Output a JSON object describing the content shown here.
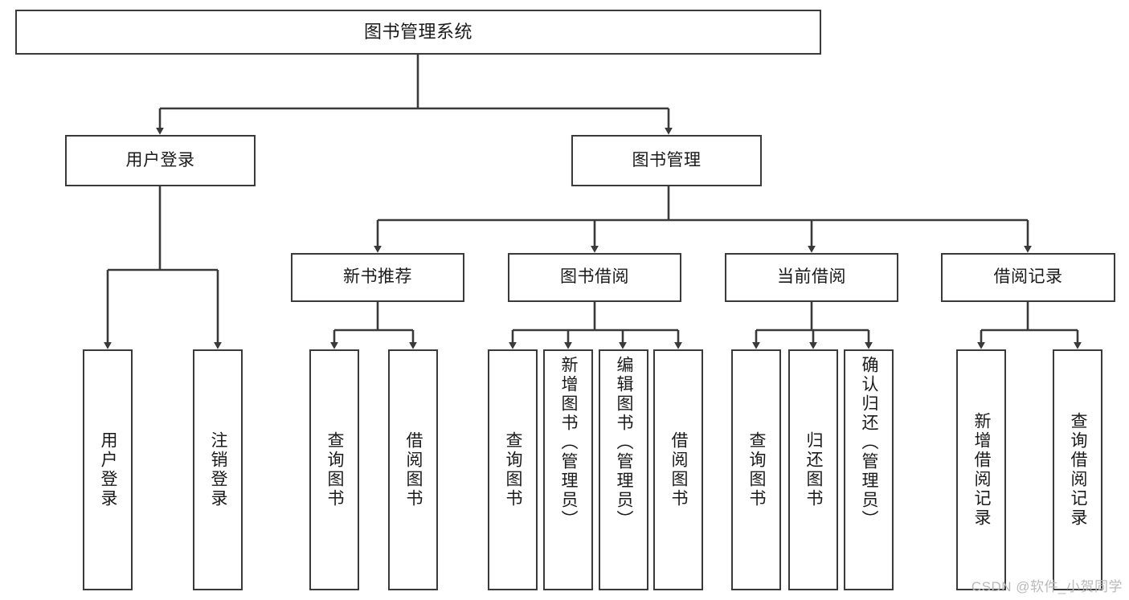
{
  "diagram": {
    "title": "图书管理系统",
    "type": "tree-hierarchy",
    "line_color": "#3a3a3a",
    "box_fill": "#ffffff",
    "text_color": "#1a1a1a"
  },
  "root": {
    "label": "图书管理系统"
  },
  "level2": [
    {
      "label": "用户登录"
    },
    {
      "label": "图书管理"
    }
  ],
  "level3": [
    {
      "label": "新书推荐"
    },
    {
      "label": "图书借阅"
    },
    {
      "label": "当前借阅"
    },
    {
      "label": "借阅记录"
    }
  ],
  "leaves": {
    "user_login": [
      {
        "label": "用户登录"
      },
      {
        "label": "注销登录"
      }
    ],
    "new_book": [
      {
        "label": "查询图书"
      },
      {
        "label": "借阅图书"
      }
    ],
    "book_borrow": [
      {
        "label": "查询图书"
      },
      {
        "label": "新增图书（管理员）"
      },
      {
        "label": "编辑图书（管理员）"
      },
      {
        "label": "借阅图书"
      }
    ],
    "current_borrow": [
      {
        "label": "查询图书"
      },
      {
        "label": "归还图书"
      },
      {
        "label": "确认归还（管理员）"
      }
    ],
    "borrow_record": [
      {
        "label": "新增借阅记录"
      },
      {
        "label": "查询借阅记录"
      }
    ]
  },
  "watermark": {
    "text": "CSDN @软件_小贺同学"
  }
}
